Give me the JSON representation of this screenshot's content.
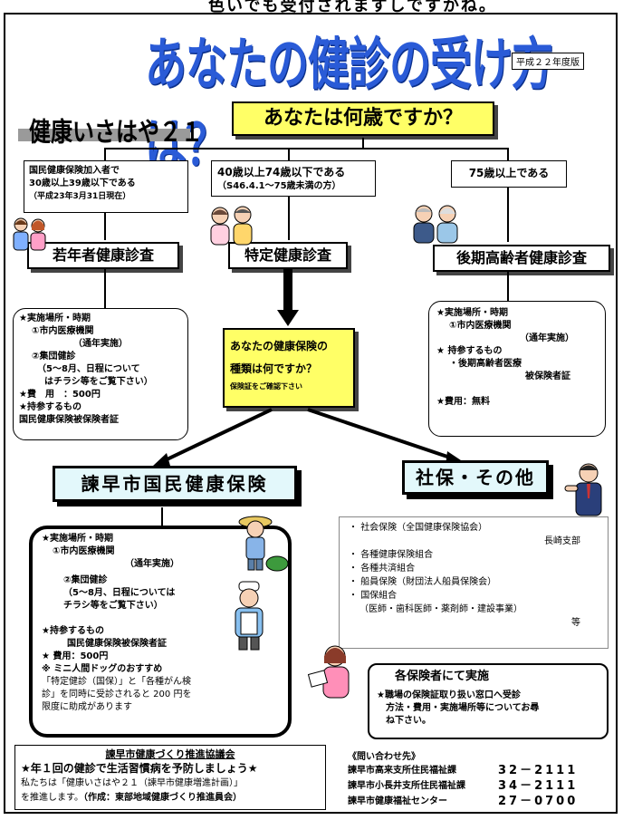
{
  "top_caption": "色いでも受付されますしですかね。",
  "title": "あなたの健診の受け方は？",
  "year_label": "平成２２年度版",
  "logo_text": "健康いさはや２１",
  "question_main": "あなたは何歳ですか？",
  "age_groups": {
    "young": {
      "line1": "国民健康保険加入者で",
      "line2": "30歳以上39歳以下である",
      "line3": "（平成23年3月31日現在）",
      "exam": "若年者健康診査"
    },
    "specific": {
      "line1": "40歳以上74歳以下である",
      "line2": "（S46.4.1～75歳未満の方）",
      "exam": "特定健康診査"
    },
    "elderly": {
      "line1": "75歳以上である",
      "exam": "後期高齢者健康診査"
    }
  },
  "young_details": {
    "l1": "★実施場所・時期",
    "l2": "①市内医療機関",
    "l3": "（通年実施）",
    "l4": "②集団健診",
    "l5": "（5～8月、日程について",
    "l6": "はチラシ等をご覧下さい）",
    "l7": "★費　用　：500円",
    "l8": "★持参するもの",
    "l9": "国民健康保険被保険者証"
  },
  "elderly_details": {
    "l1": "★実施場所・時期",
    "l2": "①市内医療機関",
    "l3": "（通年実施）",
    "l4": "★ 持参するもの",
    "l5": "・後期高齢者医療",
    "l6": "被保険者証",
    "l7": "★費用：無料"
  },
  "question_insurance": {
    "l1": "あなたの健康保険の",
    "l2": "種類は何ですか？",
    "note": "保険証をご確認下さい"
  },
  "kokuho": {
    "title": "諫早市国民健康保険",
    "l1": "★実施場所・時期",
    "l2": "①市内医療機関",
    "l3": "（通年実施）",
    "l4": "②集団健診",
    "l5": "（5～8月、日程については",
    "l6": "チラシ等をご覧下さい）",
    "l7": "★持参するもの",
    "l8": "国民健康保険被保険者証",
    "l9": "★ 費用：500円",
    "l10": "※ ミニ人間ドッグのおすすめ",
    "l11": "「特定健診（国保）」と「各種がん検",
    "l12": "診」を同時に受診されると 200 円を",
    "l13": "限度に助成があります"
  },
  "shaho": {
    "title": "社保・その他",
    "items": [
      "社会保険（全国健康保険協会）",
      "長崎支部",
      "各種健康保険組合",
      "各種共済組合",
      "船員保険（財団法人船員保険会）",
      "国保組合",
      "（医師・歯科医師・薬剤師・建設事業）",
      "等"
    ],
    "each_title": "各保険者にて実施",
    "each_l1": "★職場の保険証取り扱い窓口へ受診",
    "each_l2": "方法・費用・実施場所等についてお尋",
    "each_l3": "ね下さい。"
  },
  "footer_left": {
    "org": "諫早市健康づくり推進協議会",
    "slogan": "★年１回の健診で生活習慣病を予防しましょう★",
    "body1": "私たちは「健康いさはや２１（諫早市健康増進計画）」",
    "body2a": "を推進します。",
    "body2b": "（作成：東部地域健康づくり推進員会）"
  },
  "contacts": {
    "header": "《問い合わせ先》",
    "rows": [
      {
        "name": "諫早市高来支所住民福祉課",
        "tel": "32－2111"
      },
      {
        "name": "諫早市小長井支所住民福祉課",
        "tel": "34－2111"
      },
      {
        "name": "諫早市健康福祉センター",
        "tel": "27－0700"
      }
    ]
  },
  "colors": {
    "title_blue": "#2a5bd7",
    "question_yellow": "#ffff66",
    "kokuho_cyan": "#e3f8fb",
    "gray_bar": "#9a9a9a"
  }
}
